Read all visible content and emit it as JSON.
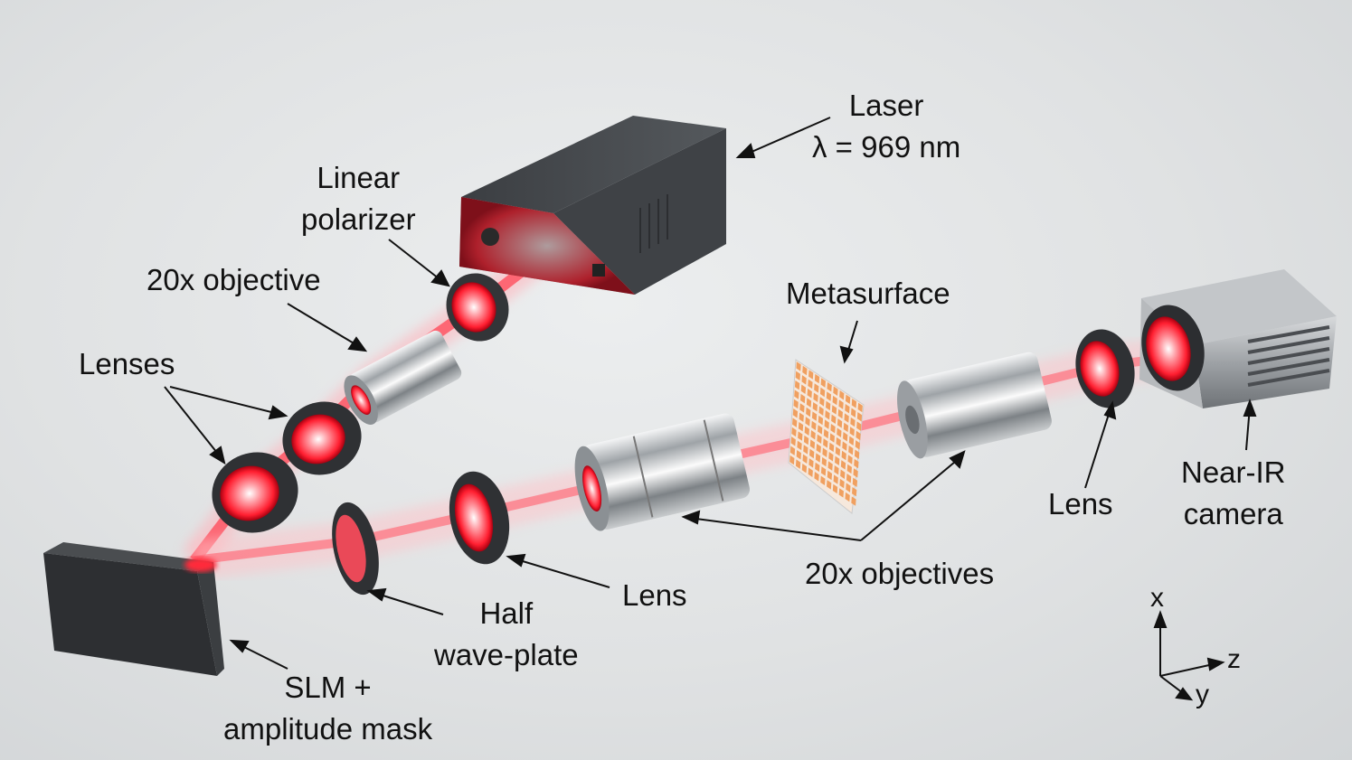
{
  "labels": {
    "laser_line1": "Laser",
    "laser_line2": "λ = 969 nm",
    "linear_polarizer_line1": "Linear",
    "linear_polarizer_line2": "polarizer",
    "objective_20x": "20x objective",
    "lenses": "Lenses",
    "metasurface": "Metasurface",
    "half_wave_plate_line1": "Half",
    "half_wave_plate_line2": "wave-plate",
    "lens_middle": "Lens",
    "objectives_20x": "20x objectives",
    "lens_right": "Lens",
    "camera_line1": "Near-IR",
    "camera_line2": "camera",
    "slm_line1": "SLM +",
    "slm_line2": "amplitude mask"
  },
  "axes": {
    "x": "x",
    "z": "z",
    "y": "y"
  },
  "colors": {
    "beam": "#ff2b3a",
    "beam_glow": "#ffc2c8",
    "metal_dark": "#3a3d40",
    "chrome": "#c9ccce",
    "metasurface_pixel": "#f0a060"
  }
}
